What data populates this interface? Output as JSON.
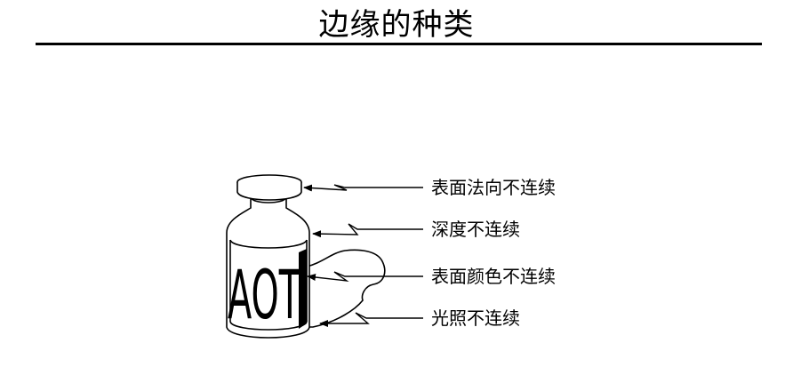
{
  "title": "边缘的种类",
  "bottle_text": "AOT",
  "labels": [
    "表面法向不连续",
    "深度不连续",
    "表面颜色不连续",
    "光照不连续"
  ]
}
